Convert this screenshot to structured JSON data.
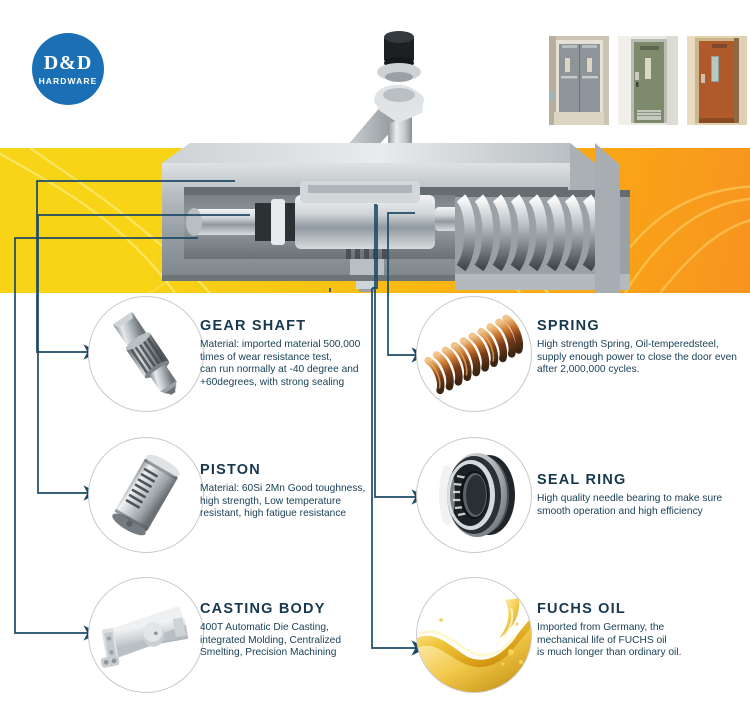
{
  "brand": {
    "name": "D&D",
    "subtitle": "HARDWARE",
    "logo_color": "#1a6fb5"
  },
  "banner": {
    "gradient_start": "#f7d417",
    "gradient_end": "#f79420"
  },
  "theme": {
    "heading_color": "#17384e",
    "body_color": "#1b4258",
    "connector_color": "#1d4a66",
    "circle_border": "#c9c9c9"
  },
  "door_photos": [
    {
      "name": "gray-double-door",
      "label": "Gray steel double fire door",
      "frame": "#cfc6b6",
      "leaf": "#8d9598"
    },
    {
      "name": "green-single-door",
      "label": "Green single door with closer",
      "frame": "#e7e7e3",
      "leaf": "#7d8a6d"
    },
    {
      "name": "wood-door",
      "label": "Wood door with vision panel",
      "frame": "#d8c79f",
      "leaf": "#b5562a"
    }
  ],
  "features": [
    {
      "id": "gear-shaft",
      "title": "GEAR SHAFT",
      "description": "Material: imported material 500,000 times of wear resistance test, can run normally at -40 degree and +60degrees, with strong sealing",
      "lines": [
        "Material: imported material 500,000",
        "times of wear resistance test,",
        "can run normally at -40 degree and",
        "+60degrees, with strong sealing"
      ],
      "column": "left"
    },
    {
      "id": "piston",
      "title": "PISTON",
      "description": "Material: 60Si 2Mn Good toughness, high strength, Low temperature resistant, high fatigue resistance",
      "lines": [
        "Material: 60Si 2Mn Good toughness,",
        "high strength, Low temperature",
        "resistant, high fatigue resistance"
      ],
      "column": "left"
    },
    {
      "id": "casting-body",
      "title": "CASTING BODY",
      "description": "400T Automatic Die Casting, integrated Molding, Centralized Smelting, Precision Machining",
      "lines": [
        "400T Automatic Die Casting,",
        "integrated Molding, Centralized",
        "Smelting, Precision Machining"
      ],
      "column": "left"
    },
    {
      "id": "spring",
      "title": "SPRING",
      "description": "High strength Spring,  Oil-temperedsteel, supply enough power to close the door even after 2,000,000 cycles.",
      "lines": [
        "High strength Spring,  Oil-temperedsteel,",
        "supply enough power to close the door even",
        "after 2,000,000 cycles."
      ],
      "column": "right"
    },
    {
      "id": "seal-ring",
      "title": "SEAL RING",
      "description": "High quality needle bearing to make sure smooth operation and high efficiency",
      "lines": [
        "High quality needle bearing to make sure",
        "smooth operation and high efficiency"
      ],
      "column": "right"
    },
    {
      "id": "fuchs-oil",
      "title": "FUCHS OIL",
      "description": "Imported from Germany, the mechanical life of FUCHS oil is much longer than ordinary oil.",
      "lines": [
        "Imported from Germany, the",
        "mechanical life of FUCHS oil",
        "is much longer than ordinary oil."
      ],
      "column": "right"
    }
  ],
  "product": {
    "name": "door-closer-cutaway",
    "label": "Hydraulic door closer cutaway with arm"
  }
}
